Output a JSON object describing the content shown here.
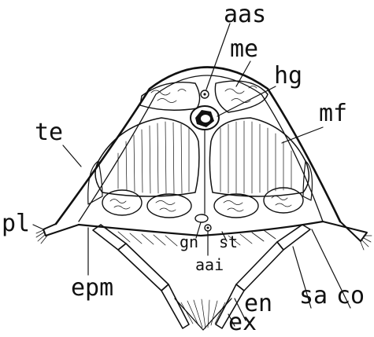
{
  "figure": {
    "style": "black ink line drawing on white",
    "ink_color": "#111111",
    "background_color": "#ffffff"
  },
  "labels": {
    "aas": "aas",
    "me": "me",
    "hg": "hg",
    "mf": "mf",
    "te": "te",
    "pl": "pl",
    "gn": "gn",
    "st": "st",
    "aai": "aai",
    "epm": "epm",
    "en": "en",
    "ex": "ex",
    "sa": "sa",
    "co": "co"
  }
}
